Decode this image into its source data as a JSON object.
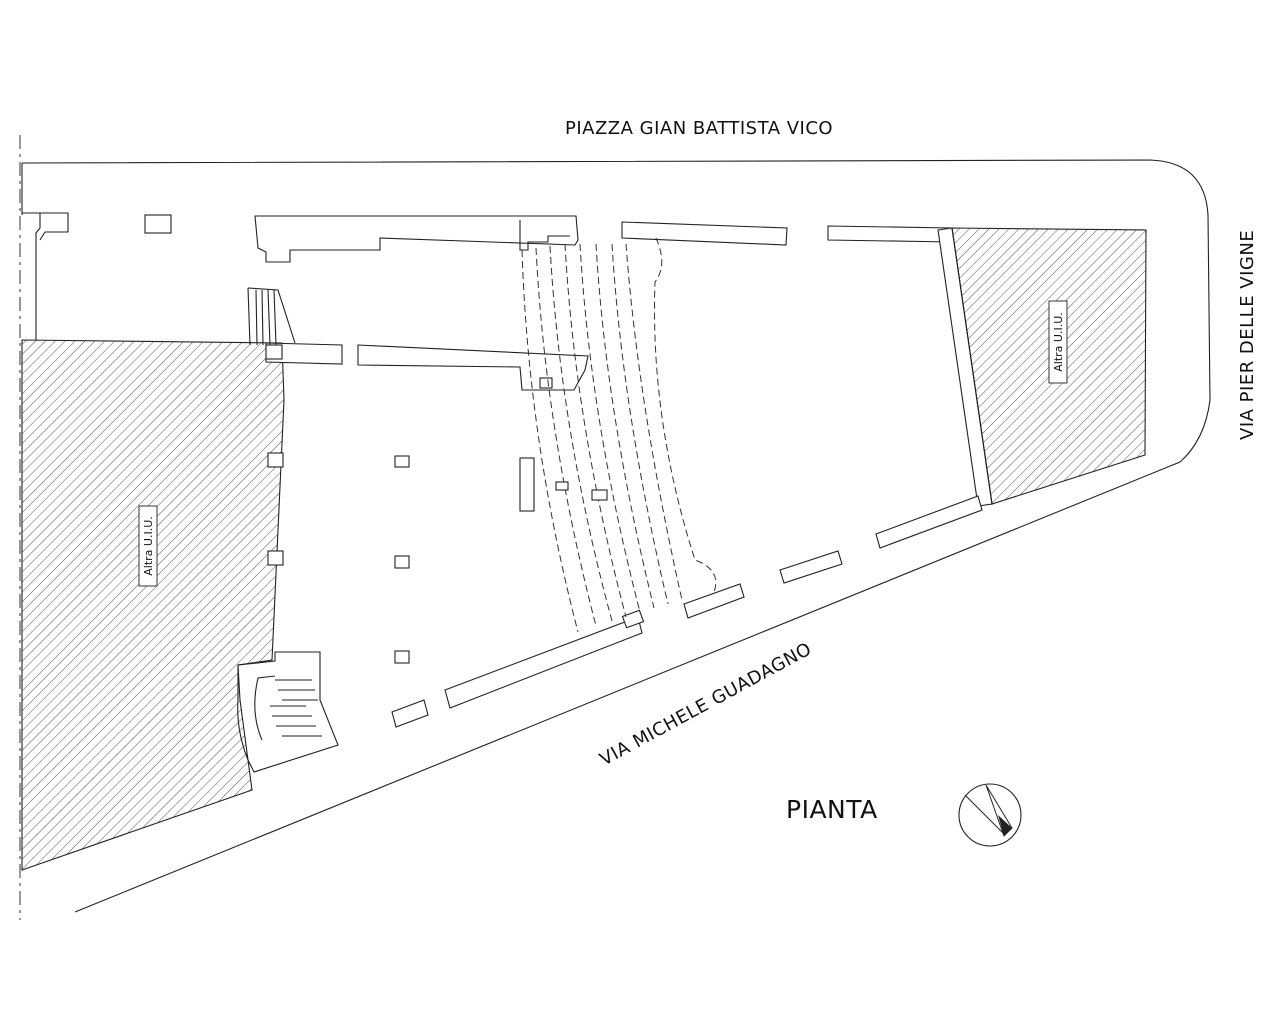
{
  "streets": {
    "north": "PIAZZA GIAN BATTISTA VICO",
    "south": "VIA MICHELE GUADAGNO",
    "east": "VIA PIER DELLE VIGNE"
  },
  "title": "PIANTA",
  "other_units": {
    "left": "Altra U.I.U.",
    "right": "Altra U.I.U."
  },
  "north_arrow": "north-arrow-icon"
}
